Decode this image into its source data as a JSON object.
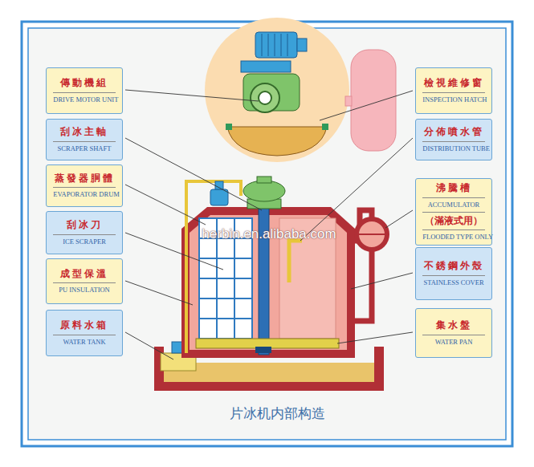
{
  "diagram": {
    "caption": "片冰机内部构造",
    "nodes": [
      {
        "text": [
          "傳動機組",
          "DRIVE MOTOR UNIT"
        ]
      },
      {
        "text": [
          "刮冰主軸",
          "SCRAPER SHAFT"
        ]
      },
      {
        "text": [
          "蒸發器胴體",
          "EVAPORATOR DRUM"
        ]
      },
      {
        "text": [
          "刮冰刀",
          "ICE SCRAPER"
        ]
      },
      {
        "text": [
          "成型保溫",
          "PU INSULATION"
        ]
      },
      {
        "text": [
          "原料水箱",
          "WATER TANK"
        ]
      },
      {
        "text": [
          "檢視維修窗",
          "INSPECTION HATCH"
        ]
      },
      {
        "text": [
          "分佈噴水管",
          "DISTRIBUTION TUBE"
        ]
      },
      {
        "text": [
          "沸騰槽",
          "ACCUMULATOR",
          "（滿液式用）",
          "FLOODED TYPE ONLY"
        ]
      },
      {
        "text": [
          "不銹鋼外殼",
          "STAINLESS COVER"
        ]
      },
      {
        "text": [
          "集水盤",
          "WATER PAN"
        ]
      }
    ],
    "labels": [
      "herbin.en.alibaba.com"
    ]
  }
}
